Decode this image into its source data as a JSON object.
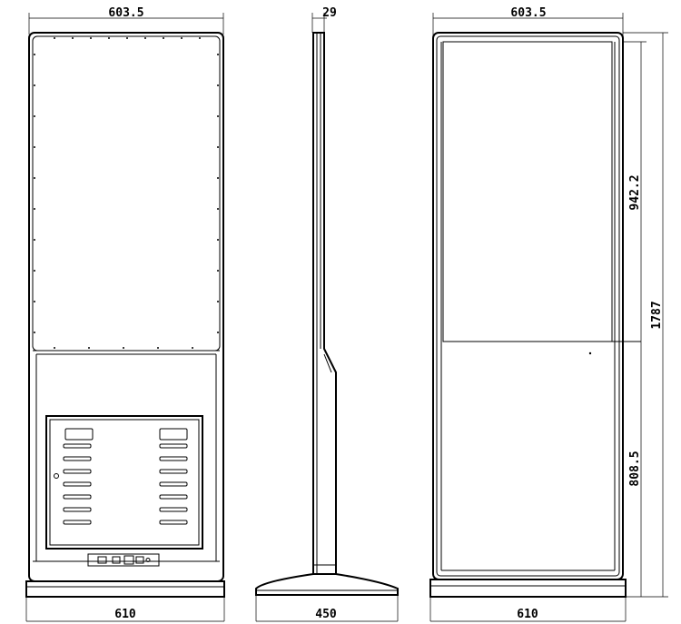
{
  "dimensions": {
    "front_top_width": "603.5",
    "front_base_width": "610",
    "side_depth": "29",
    "side_base_width": "450",
    "back_top_width": "603.5",
    "back_base_width": "610",
    "screen_height": "942.2",
    "total_height": "1787",
    "lower_height": "808.5"
  },
  "colors": {
    "ink": "#000000",
    "paper": "#ffffff"
  }
}
